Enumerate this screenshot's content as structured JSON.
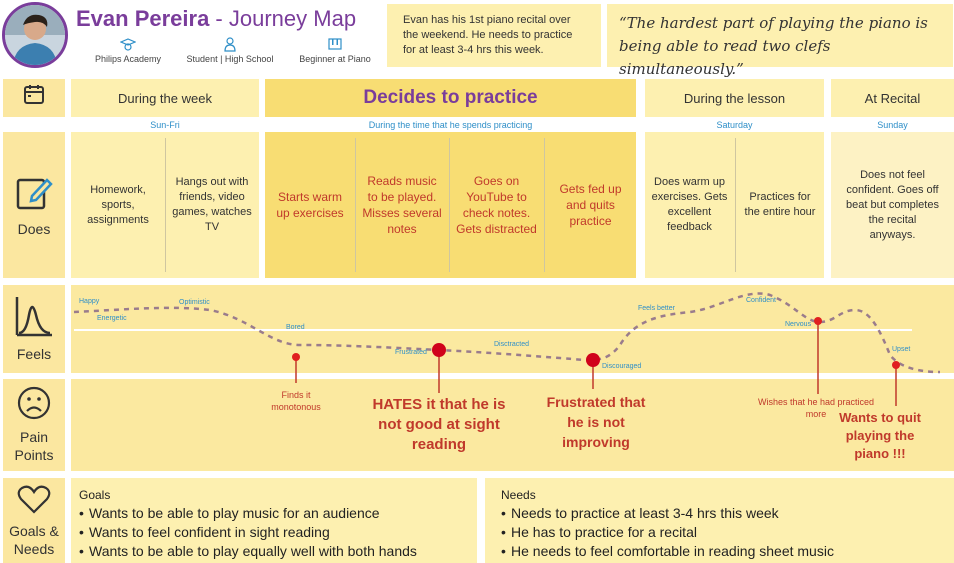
{
  "header": {
    "name": "Evan Pereira",
    "separator": " - ",
    "map_title": "Journey Map",
    "meta": [
      {
        "icon": "graduation-icon",
        "text": "Philips Academy"
      },
      {
        "icon": "person-icon",
        "text": "Student | High School"
      },
      {
        "icon": "piano-icon",
        "text": "Beginner at Piano"
      }
    ],
    "summary": "Evan has his 1st piano recital over the weekend. He needs to practice for at least 3-4 hrs this week.",
    "quote": "“The hardest part of playing the piano is being able to read two clefs simultaneously.”"
  },
  "rows": {
    "does": "Does",
    "feels": "Feels",
    "pain": "Pain Points",
    "goals": "Goals & Needs"
  },
  "stages": [
    {
      "label": "During the week",
      "time": "Sun-Fri"
    },
    {
      "label": "Decides to practice",
      "time": "During the time that he spends practicing"
    },
    {
      "label": "During the lesson",
      "time": "Saturday"
    },
    {
      "label": "At Recital",
      "time": "Sunday"
    }
  ],
  "does": [
    "Homework, sports, assignments",
    "Hangs out with friends, video games, watches TV",
    "Starts warm up exercises",
    "Reads music to  be played. Misses several notes",
    "Goes on YouTube to check notes. Gets distracted",
    "Gets fed up and quits practice",
    "Does warm up exercises. Gets excellent feedback",
    "Practices for the entire hour",
    "Does not feel confident. Goes off beat but completes the recital anyways."
  ],
  "emotions": {
    "happy": "Happy",
    "energetic": "Energetic",
    "optimistic": "Optimistic",
    "bored": "Bored",
    "frustrated": "Frustrated",
    "distracted": "Disctracted",
    "discouraged": "Discouraged",
    "feels_better": "Feels better",
    "confident": "Confident",
    "nervous": "Nervous",
    "upset": "Upset"
  },
  "pain_points": [
    "Finds it monotonous",
    "HATES it that he is not good at sight reading",
    "Frustrated that he is not improving",
    "Wishes that he had practiced more",
    "Wants to quit playing the piano !!!"
  ],
  "goals": {
    "heading": "Goals",
    "items": [
      "Wants to be able to play music for an audience",
      "Wants to feel confident in sight reading",
      "Wants to be able to play equally well with both hands"
    ]
  },
  "needs": {
    "heading": "Needs",
    "items": [
      "Needs to practice at least 3-4 hrs this week",
      "He has to practice for a recital",
      "He needs to feel comfortable in reading sheet music"
    ]
  },
  "colors": {
    "accent": "#7a3d9b",
    "pain": "#c0392b",
    "emotion_label": "#2f8fc8",
    "curve": "#9a7c8c"
  }
}
